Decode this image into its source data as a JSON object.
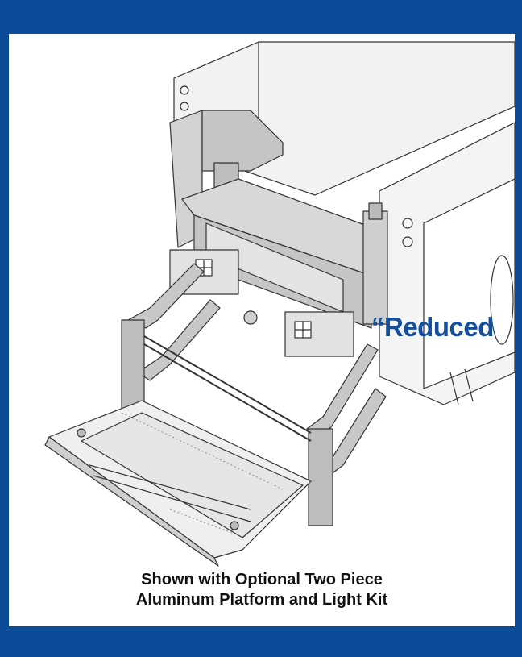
{
  "overlay_text": "“Reduced",
  "caption": {
    "line1": "Shown with Optional Two Piece",
    "line2": "Aluminum Platform and Light Kit"
  },
  "colors": {
    "border": "#0b4a96",
    "panel": "#ffffff",
    "overlay_text": "#134f9a",
    "metal": "#c9c9c9",
    "line": "#333333"
  }
}
